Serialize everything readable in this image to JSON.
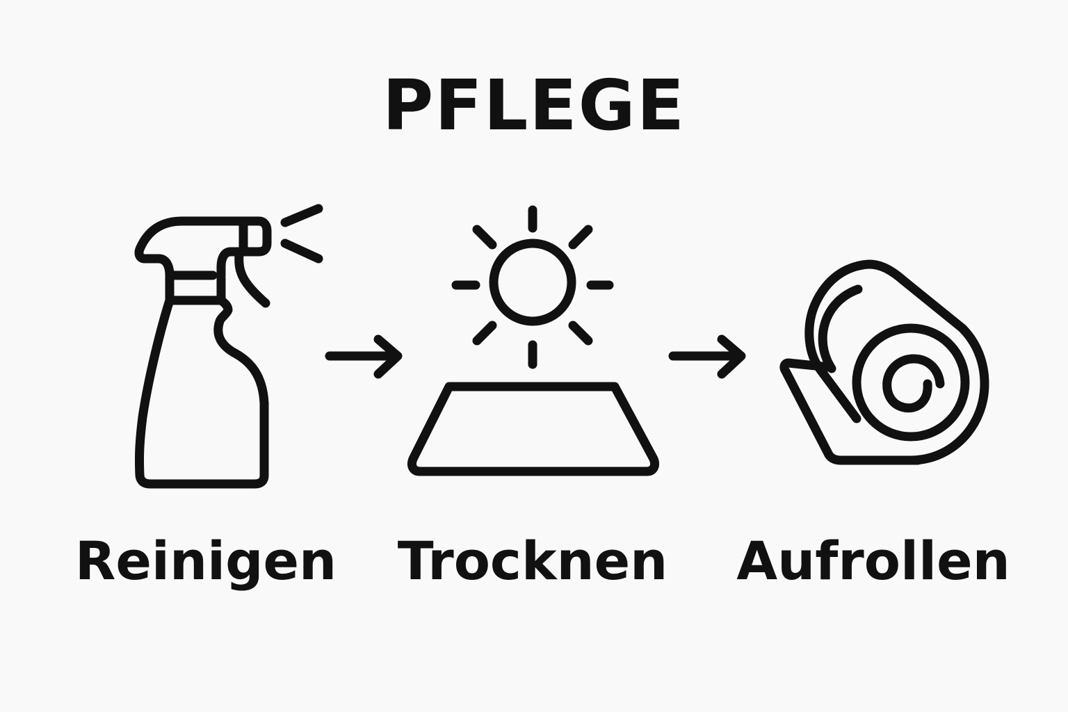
{
  "title": "PFLEGE",
  "steps": [
    {
      "label": "Reinigen",
      "icon": "spray-bottle-icon"
    },
    {
      "label": "Trocknen",
      "icon": "sun-over-mat-icon"
    },
    {
      "label": "Aufrollen",
      "icon": "rolled-mat-icon"
    }
  ],
  "connector_icon": "arrow-right-icon",
  "colors": {
    "ink": "#111111",
    "background": "#f9f9f9"
  }
}
